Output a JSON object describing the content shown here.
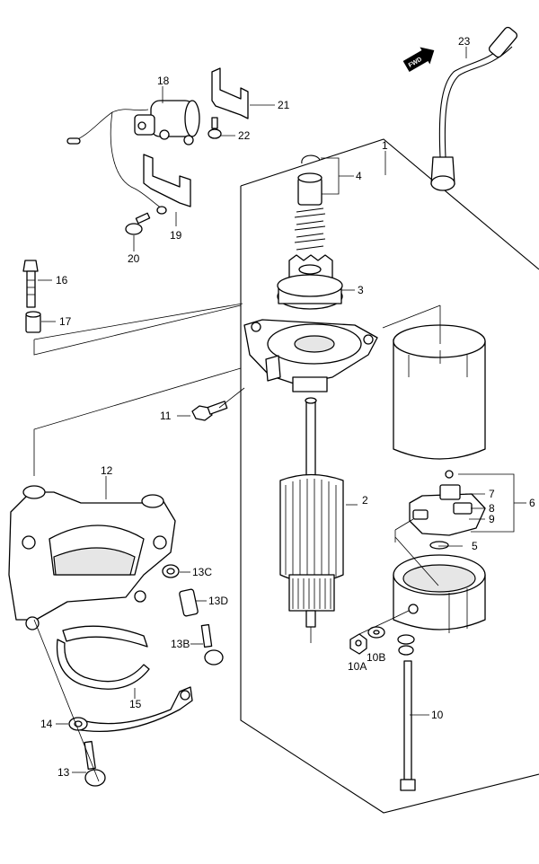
{
  "labels": {
    "fwd": "FWD",
    "p1": "1",
    "p2": "2",
    "p3": "3",
    "p4": "4",
    "p5": "5",
    "p6": "6",
    "p7": "7",
    "p8": "8",
    "p9": "9",
    "p10": "10",
    "p10a": "10A",
    "p10b": "10B",
    "p11": "11",
    "p12": "12",
    "p13": "13",
    "p13b": "13B",
    "p13c": "13C",
    "p13d": "13D",
    "p14": "14",
    "p15": "15",
    "p16": "16",
    "p17": "17",
    "p18": "18",
    "p19": "19",
    "p20": "20",
    "p21": "21",
    "p22": "22",
    "p23": "23"
  },
  "colors": {
    "line": "#000000",
    "background": "#ffffff"
  }
}
